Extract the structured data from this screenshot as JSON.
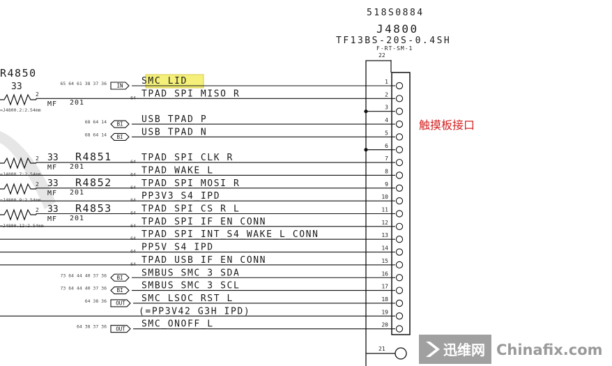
{
  "header": {
    "part_number": "518S0884",
    "refdes": "J4800",
    "connector_model": "TF13BS-20S-0.4SH",
    "footprint": "F-RT-SM-1",
    "top_pin": "22",
    "bottom_pin": "21"
  },
  "annotation": "触摸板接口",
  "left_refs": {
    "r4850": "R4850",
    "r4851": "R4851",
    "r4852": "R4852",
    "r4853": "R4853"
  },
  "resistor_value": "33",
  "mf_label": "MF",
  "size_label": "201",
  "side_pin": "2",
  "length_labels": [
    "=J4800.2:2.54mm",
    "=J4800.7:2.54mm",
    "=J4800.9:2.54mm",
    "=J4800.12:2.54mm"
  ],
  "pins": [
    {
      "num": "1",
      "name": "SMC_LID",
      "refs": "65 64 61 38 37 36",
      "tag": "IN"
    },
    {
      "num": "2",
      "name": "TPAD_SPI_MISO_R",
      "refs": "64",
      "tag": ""
    },
    {
      "num": "3",
      "name": "",
      "refs": "",
      "tag": ""
    },
    {
      "num": "4",
      "name": "USB_TPAD_P",
      "refs": "68 64 14",
      "tag": "BI"
    },
    {
      "num": "5",
      "name": "USB_TPAD_N",
      "refs": "68 64 14",
      "tag": "BI"
    },
    {
      "num": "6",
      "name": "",
      "refs": "",
      "tag": ""
    },
    {
      "num": "7",
      "name": "TPAD_SPI_CLK_R",
      "refs": "64",
      "tag": ""
    },
    {
      "num": "8",
      "name": "TPAD_WAKE_L",
      "refs": "64",
      "tag": ""
    },
    {
      "num": "9",
      "name": "TPAD_SPI_MOSI_R",
      "refs": "64",
      "tag": ""
    },
    {
      "num": "10",
      "name": "PP3V3_S4_IPD",
      "refs": "64",
      "tag": ""
    },
    {
      "num": "11",
      "name": "TPAD_SPI_CS_R_L",
      "refs": "64",
      "tag": ""
    },
    {
      "num": "12",
      "name": "TPAD_SPI_IF_EN_CONN",
      "refs": "64",
      "tag": ""
    },
    {
      "num": "13",
      "name": "TPAD_SPI_INT_S4_WAKE_L_CONN",
      "refs": "64",
      "tag": ""
    },
    {
      "num": "14",
      "name": "PP5V_S4_IPD",
      "refs": "64",
      "tag": ""
    },
    {
      "num": "15",
      "name": "TPAD_USB_IF_EN_CONN",
      "refs": "64",
      "tag": ""
    },
    {
      "num": "16",
      "name": "SMBUS_SMC_3_SDA",
      "refs": "73 64 44 40 37 36",
      "tag": "BI"
    },
    {
      "num": "17",
      "name": "SMBUS_SMC_3_SCL",
      "refs": "73 64 44 40 37 36",
      "tag": "BI"
    },
    {
      "num": "18",
      "name": "SMC_LSOC_RST_L",
      "refs": "64 38 36",
      "tag": "OUT"
    },
    {
      "num": "19",
      "name": "(=PP3V42_G3H_IPD)",
      "refs": "",
      "tag": ""
    },
    {
      "num": "20",
      "name": "SMC_ONOFF_L",
      "refs": "64 38 37 36",
      "tag": "OUT"
    }
  ],
  "watermark": {
    "cn": "迅维网",
    "en": "Chinafix.com"
  }
}
